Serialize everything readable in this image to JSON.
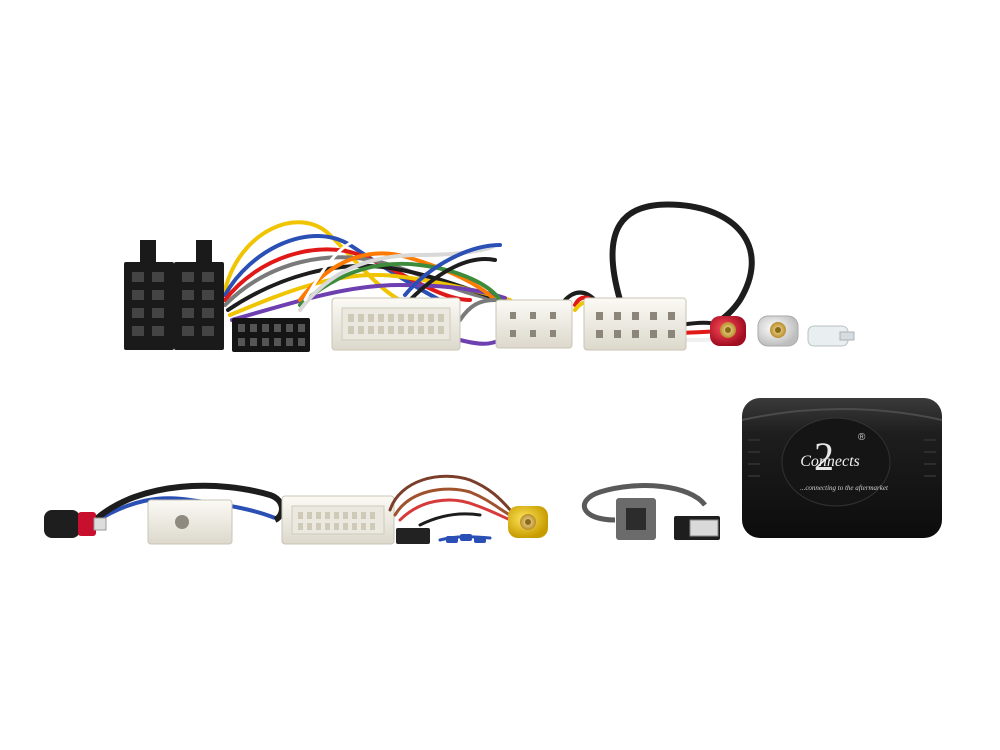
{
  "product": {
    "brand_digit": "2",
    "brand_name": "Connects",
    "tagline": "...connecting to the aftermarket",
    "registered_mark": "®"
  },
  "colors": {
    "background": "#ffffff",
    "module_body": "#1c1c1c",
    "connector_white": "#f3f1ea",
    "iso_black": "#1a1a1a",
    "rca_red": "#c8102e",
    "rca_white": "#e8e8e8",
    "rca_yellow": "#e7c21a"
  }
}
